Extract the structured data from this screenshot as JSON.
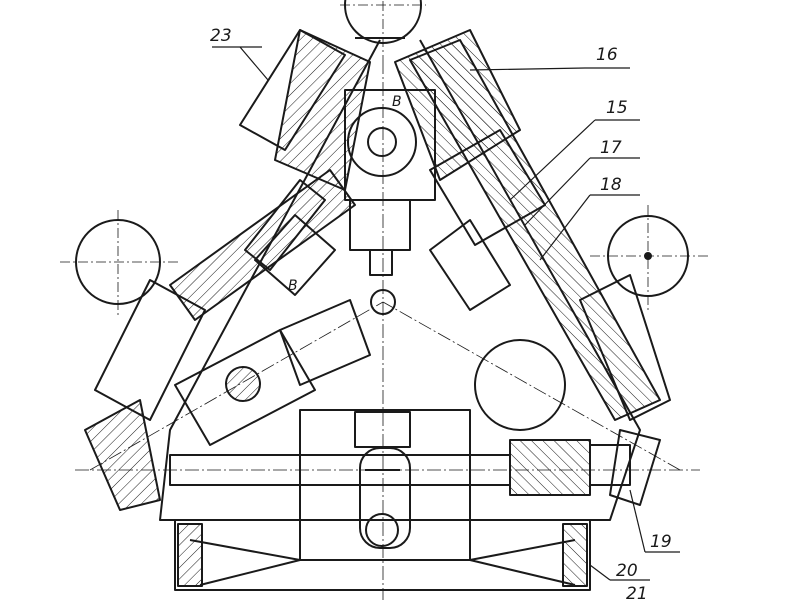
{
  "drawing": {
    "callouts": {
      "c23": "23",
      "c16": "16",
      "c15": "15",
      "c17": "17",
      "c18": "18",
      "c19": "19",
      "c20": "20",
      "c21": "21"
    },
    "section_marks": {
      "b_top": "B",
      "b_left": "B"
    },
    "ink_color": "#1a1a1a",
    "paper_color": "#ffffff"
  }
}
